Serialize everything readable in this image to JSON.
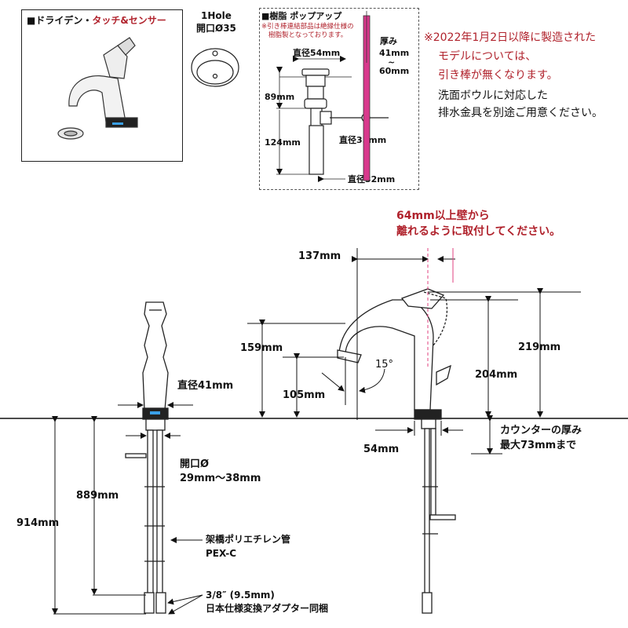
{
  "model_box": {
    "title_prefix": "■ドライデン・",
    "title_highlight": "タッチ&センサー"
  },
  "hole": {
    "line1": "1Hole",
    "line2": "開口Ø35"
  },
  "popup": {
    "title": "■樹脂 ポップアップ",
    "note_line1": "※引き棒連結部品は絶縁仕様の",
    "note_line2": "樹脂製となっております。",
    "dia54": "直径54mm",
    "thick_label": "厚み",
    "thick_41": "41mm",
    "thick_tilde": "~",
    "thick_60": "60mm",
    "h89": "89mm",
    "h124": "124mm",
    "dia35": "直径35mm",
    "dia32": "直径32mm"
  },
  "notice": {
    "line1": "※2022年1月2日以降に製造された",
    "line2": "モデルについては、",
    "line3": "引き棒が無くなります。",
    "line4": "洗面ボウルに対応した",
    "line5": "排水金具を別途ご用意ください。"
  },
  "wall_note": {
    "line1": "64mm以上壁から",
    "line2": "離れるように取付してください。"
  },
  "dims": {
    "d137": "137mm",
    "d159": "159mm",
    "d105": "105mm",
    "angle": "15°",
    "d219": "219mm",
    "d204": "204mm",
    "d54": "54mm",
    "dia41": "直径41mm",
    "opening_label": "開口Ø",
    "opening_range": "29mm〜38mm",
    "d889": "889mm",
    "d914": "914mm",
    "counter_line1": "カウンターの厚み",
    "counter_line2": "最大73mmまで",
    "pex_line1": "架橋ポリエチレン管",
    "pex_line2": "PEX-C",
    "adapter_line1": "3/8″ (9.5mm)",
    "adapter_line2": "日本仕様変換アダプター同梱"
  },
  "colors": {
    "accent_red": "#b0222c",
    "rod_pink": "#d8398c",
    "dashed_pink": "#e0417f"
  }
}
